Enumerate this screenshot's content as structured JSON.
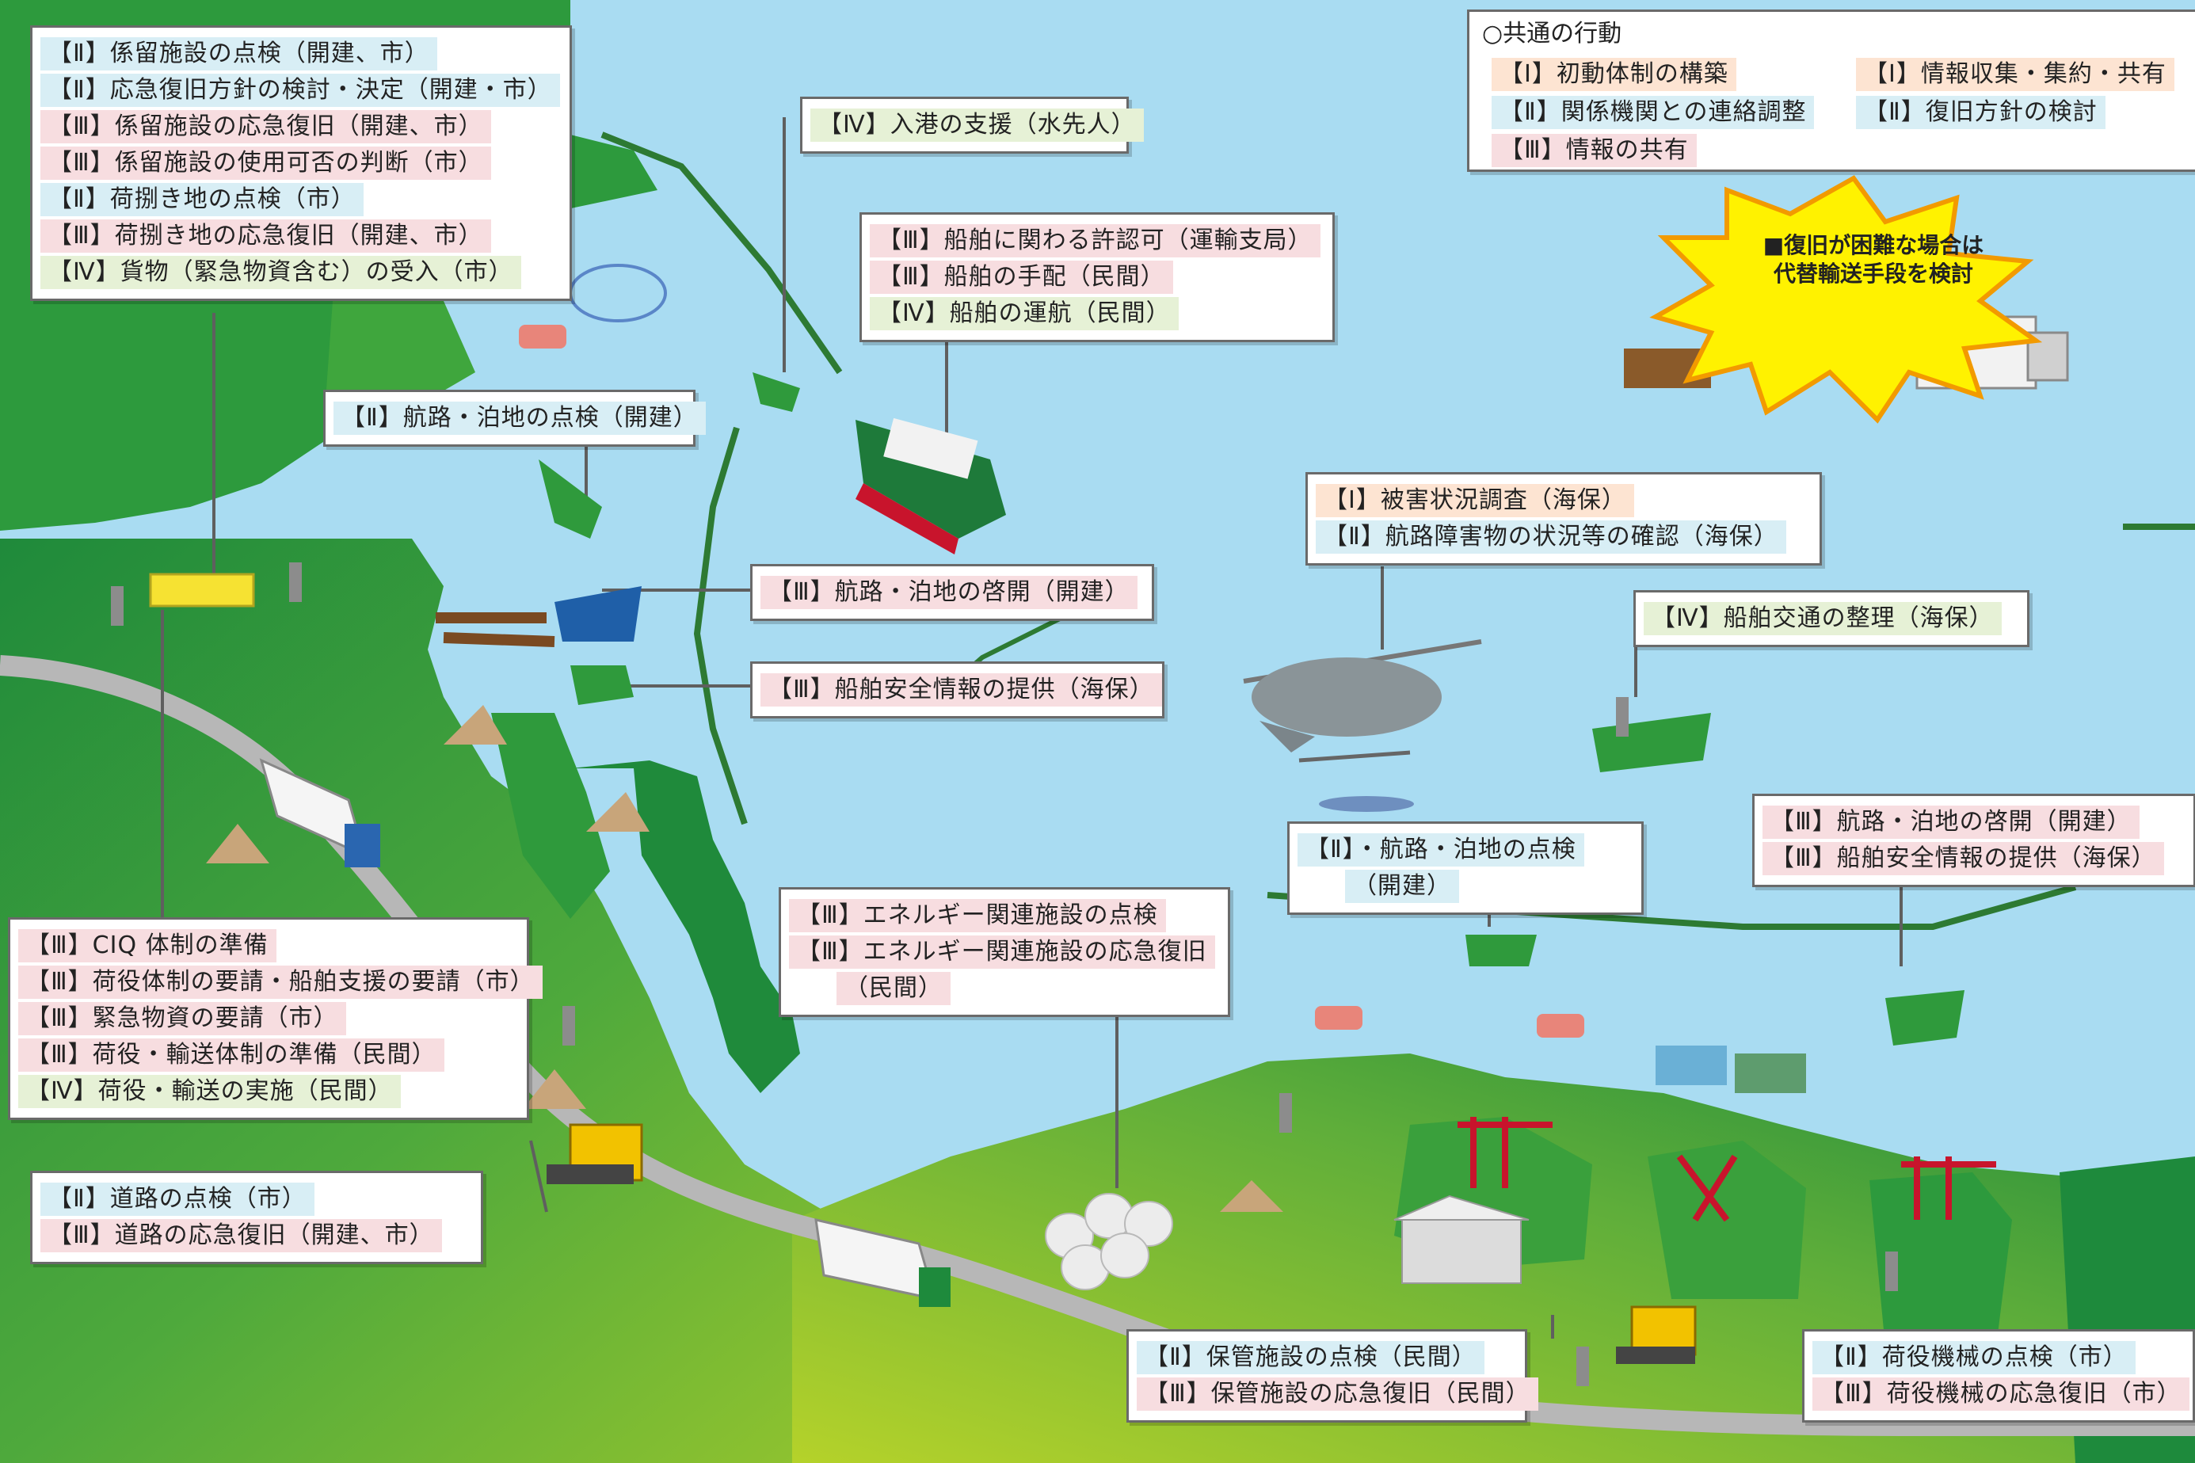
{
  "legend": {
    "title": "○共通の行動",
    "items": [
      {
        "level": "l1",
        "text": "【Ⅰ】初動体制の構築"
      },
      {
        "level": "l1",
        "text": "【Ⅰ】情報収集・集約・共有"
      },
      {
        "level": "l2",
        "text": "【Ⅱ】関係機関との連絡調整"
      },
      {
        "level": "l2",
        "text": "【Ⅱ】復旧方針の検討"
      },
      {
        "level": "l3",
        "text": "【Ⅲ】情報の共有"
      }
    ]
  },
  "alternative": {
    "line1": "■復旧が困難な場合は",
    "line2": "代替輸送手段を検討"
  },
  "mooring_box": [
    {
      "level": "l2",
      "text": "【Ⅱ】係留施設の点検（開建、市）"
    },
    {
      "level": "l2",
      "text": "【Ⅱ】応急復旧方針の検討・決定（開建・市）"
    },
    {
      "level": "l3",
      "text": "【Ⅲ】係留施設の応急復旧（開建、市）"
    },
    {
      "level": "l3",
      "text": "【Ⅲ】係留施設の使用可否の判断（市）"
    },
    {
      "level": "l2",
      "text": "【Ⅱ】荷捌き地の点検（市）"
    },
    {
      "level": "l3",
      "text": "【Ⅲ】荷捌き地の応急復旧（開建、市）"
    },
    {
      "level": "l4",
      "text": "【Ⅳ】貨物（緊急物資含む）の受入（市）"
    }
  ],
  "pilot_box": [
    {
      "level": "l4",
      "text": "【Ⅳ】入港の支援（水先人）"
    }
  ],
  "ship_box": [
    {
      "level": "l3",
      "text": "【Ⅲ】船舶に関わる許認可（運輸支局）"
    },
    {
      "level": "l3",
      "text": "【Ⅲ】船舶の手配（民間）"
    },
    {
      "level": "l4",
      "text": "【Ⅳ】船舶の運航（民間）"
    }
  ],
  "channel_inspect_box": [
    {
      "level": "l2",
      "text": "【Ⅱ】航路・泊地の点検（開建）"
    }
  ],
  "channel_open_box": [
    {
      "level": "l3",
      "text": "【Ⅲ】航路・泊地の啓開（開建）"
    }
  ],
  "safety_info_box": [
    {
      "level": "l3",
      "text": "【Ⅲ】船舶安全情報の提供（海保）"
    }
  ],
  "damage_box": [
    {
      "level": "l1",
      "text": "【Ⅰ】被害状況調査（海保）"
    },
    {
      "level": "l2",
      "text": "【Ⅱ】航路障害物の状況等の確認（海保）"
    }
  ],
  "traffic_box": [
    {
      "level": "l4",
      "text": "【Ⅳ】船舶交通の整理（海保）"
    }
  ],
  "right_channel_box": [
    {
      "level": "l3",
      "text": "【Ⅲ】航路・泊地の啓開（開建）"
    },
    {
      "level": "l3",
      "text": "【Ⅲ】船舶安全情報の提供（海保）"
    }
  ],
  "mid_channel_box": {
    "line1": "【Ⅱ】・航路・泊地の点検",
    "line2": "（開建）"
  },
  "energy_box": {
    "line1": "【Ⅲ】エネルギー関連施設の点検",
    "line2": "【Ⅲ】エネルギー関連施設の応急復旧",
    "line3": "（民間）"
  },
  "ciq_box": [
    {
      "level": "l3",
      "text": "【Ⅲ】CIQ 体制の準備"
    },
    {
      "level": "l3",
      "text": "【Ⅲ】荷役体制の要請・船舶支援の要請（市）"
    },
    {
      "level": "l3",
      "text": "【Ⅲ】緊急物資の要請（市）"
    },
    {
      "level": "l3",
      "text": "【Ⅲ】荷役・輸送体制の準備（民間）"
    },
    {
      "level": "l4",
      "text": "【Ⅳ】荷役・輸送の実施（民間）"
    }
  ],
  "road_box": [
    {
      "level": "l2",
      "text": "【Ⅱ】道路の点検（市）"
    },
    {
      "level": "l3",
      "text": "【Ⅲ】道路の応急復旧（開建、市）"
    }
  ],
  "storage_box": [
    {
      "level": "l2",
      "text": "【Ⅱ】保管施設の点検（民間）"
    },
    {
      "level": "l3",
      "text": "【Ⅲ】保管施設の応急復旧（民間）"
    }
  ],
  "crane_box": [
    {
      "level": "l2",
      "text": "【Ⅱ】荷役機械の点検（市）"
    },
    {
      "level": "l3",
      "text": "【Ⅲ】荷役機械の応急復旧（市）"
    }
  ]
}
